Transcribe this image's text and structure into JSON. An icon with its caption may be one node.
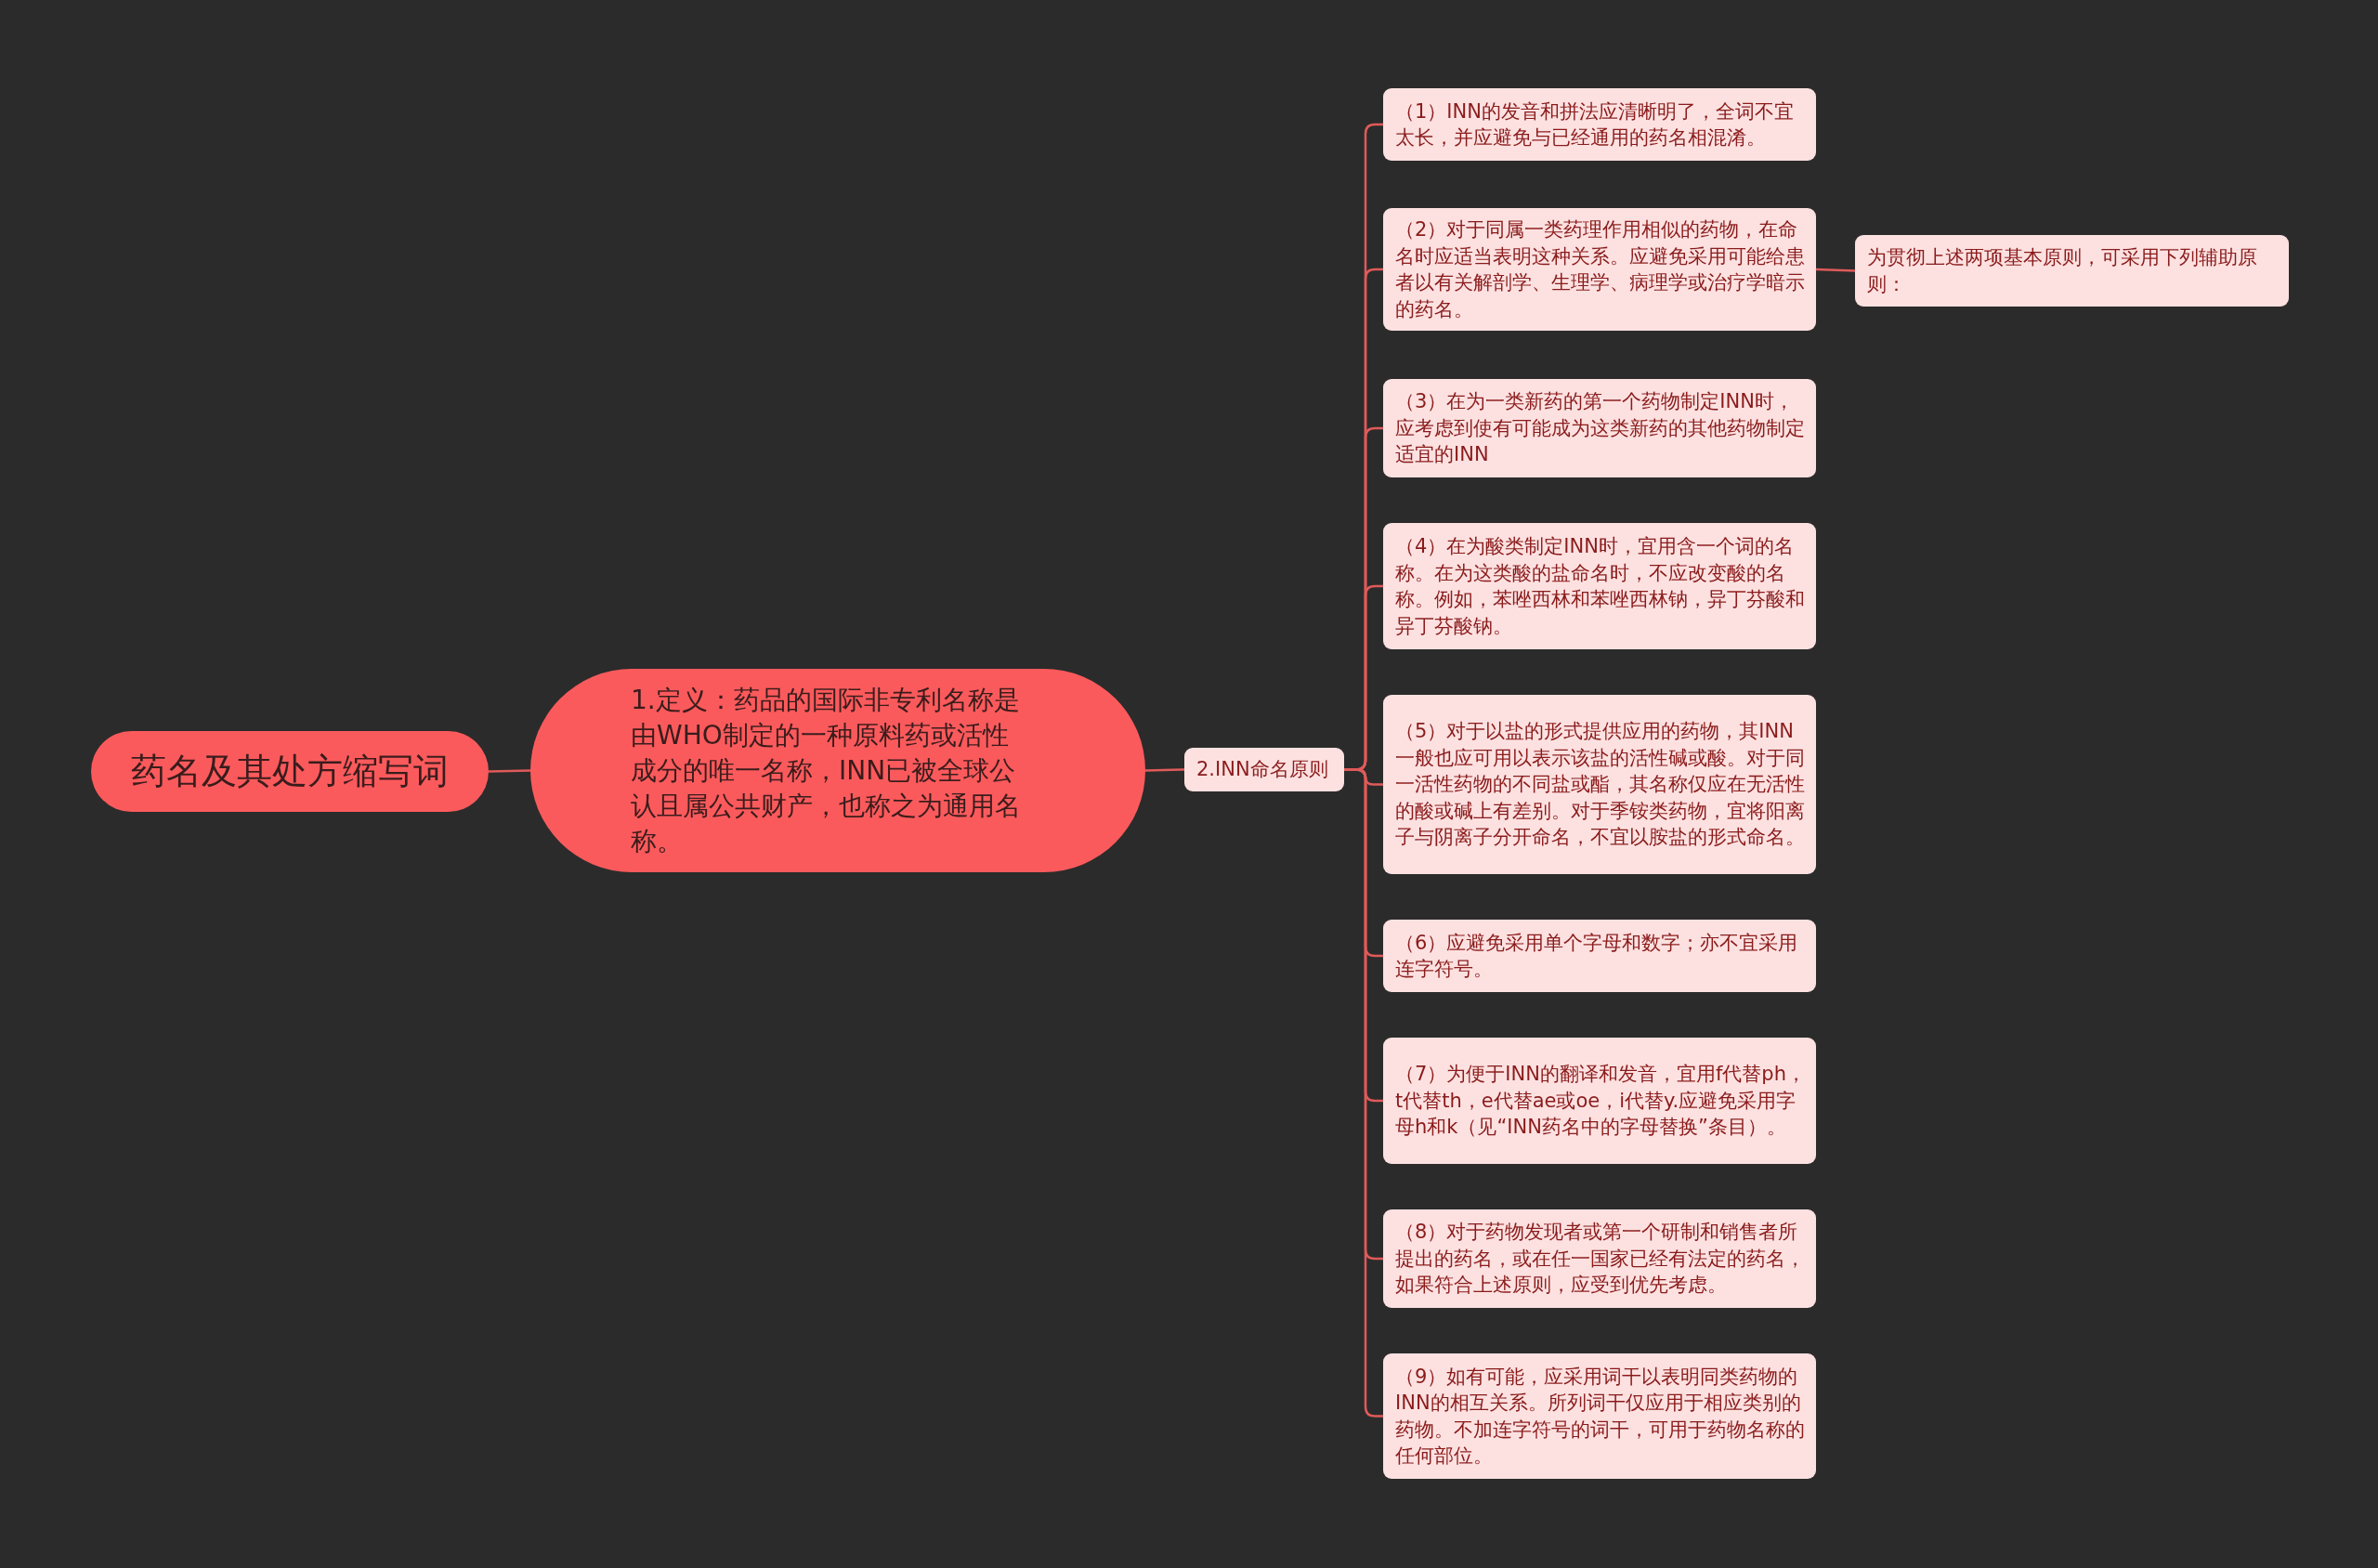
{
  "diagram": {
    "nodes": [
      {
        "text": [
          "药名及其处方缩写词"
        ]
      },
      {
        "text": [
          "1.定义：药品的国际非专利名称是由WHO制定的一种原料药或活性成分的唯一名称，INN已被全球公认且属公共财产，也称之为通用名称。"
        ]
      },
      {
        "text": [
          "2.INN命名原则"
        ]
      },
      {
        "text": [
          "（1）INN的发音和拼法应清晰明了，全词不宜太长，并应避免与已经通用的药名相混淆。"
        ]
      },
      {
        "text": [
          "（2）对于同属一类药理作用相似的药物，在命名时应适当表明这种关系。应避免采用可能给患者以有关解剖学、生理学、病理学或治疗学暗示的药名。"
        ]
      },
      {
        "text": [
          "（3）在为一类新药的第一个药物制定INN时，应考虑到使有可能成为这类新药的其他药物制定适宜的INN"
        ]
      },
      {
        "text": [
          "（4）在为酸类制定INN时，宜用含一个词的名称。在为这类酸的盐命名时，不应改变酸的名称。例如，苯唑西林和苯唑西林钠，异丁芬酸和异丁芬酸钠。"
        ]
      },
      {
        "text": [
          "（5）对于以盐的形式提供应用的药物，其INN一般也应可用以表示该盐的活性碱或酸。对于同一活性药物的不同盐或酯，其名称仅应在无活性的酸或碱上有差别。对于季铵类药物，宜将阳离子与阴离子分开命名，不宜以胺盐的形式命名。"
        ]
      },
      {
        "text": [
          "（6）应避免采用单个字母和数字；亦不宜采用连字符号。"
        ]
      },
      {
        "text": [
          "（7）为便于INN的翻译和发音，宜用f代替ph，t代替th，e代替ae或oe，i代替y.应避免采用字母h和k（见“INN药名中的字母替换”条目）。"
        ]
      },
      {
        "text": [
          "（8）对于药物发现者或第一个研制和销售者所提出的药名，或在任一国家已经有法定的药名，如果符合上述原则，应受到优先考虑。"
        ]
      },
      {
        "text": [
          "（9）如有可能，应采用词干以表明同类药物的INN的相互关系。所列词干仅应用于相应类别的药物。不加连字符号的词干，可用于药物名称的任何部位。"
        ]
      },
      {
        "text": [
          "为贯彻上述两项基本原则，可采用下列辅助原则："
        ]
      }
    ],
    "edges": [
      {
        "from": 0,
        "to": 1,
        "arrow": "none"
      },
      {
        "from": 1,
        "to": 2,
        "arrow": "none"
      },
      {
        "from": 2,
        "to": 3,
        "arrow": "none"
      },
      {
        "from": 2,
        "to": 4,
        "arrow": "none"
      },
      {
        "from": 2,
        "to": 5,
        "arrow": "none"
      },
      {
        "from": 2,
        "to": 6,
        "arrow": "none"
      },
      {
        "from": 2,
        "to": 7,
        "arrow": "none"
      },
      {
        "from": 2,
        "to": 8,
        "arrow": "none"
      },
      {
        "from": 2,
        "to": 9,
        "arrow": "none"
      },
      {
        "from": 2,
        "to": 10,
        "arrow": "none"
      },
      {
        "from": 2,
        "to": 11,
        "arrow": "none"
      },
      {
        "from": 4,
        "to": 12,
        "arrow": "none"
      }
    ]
  }
}
